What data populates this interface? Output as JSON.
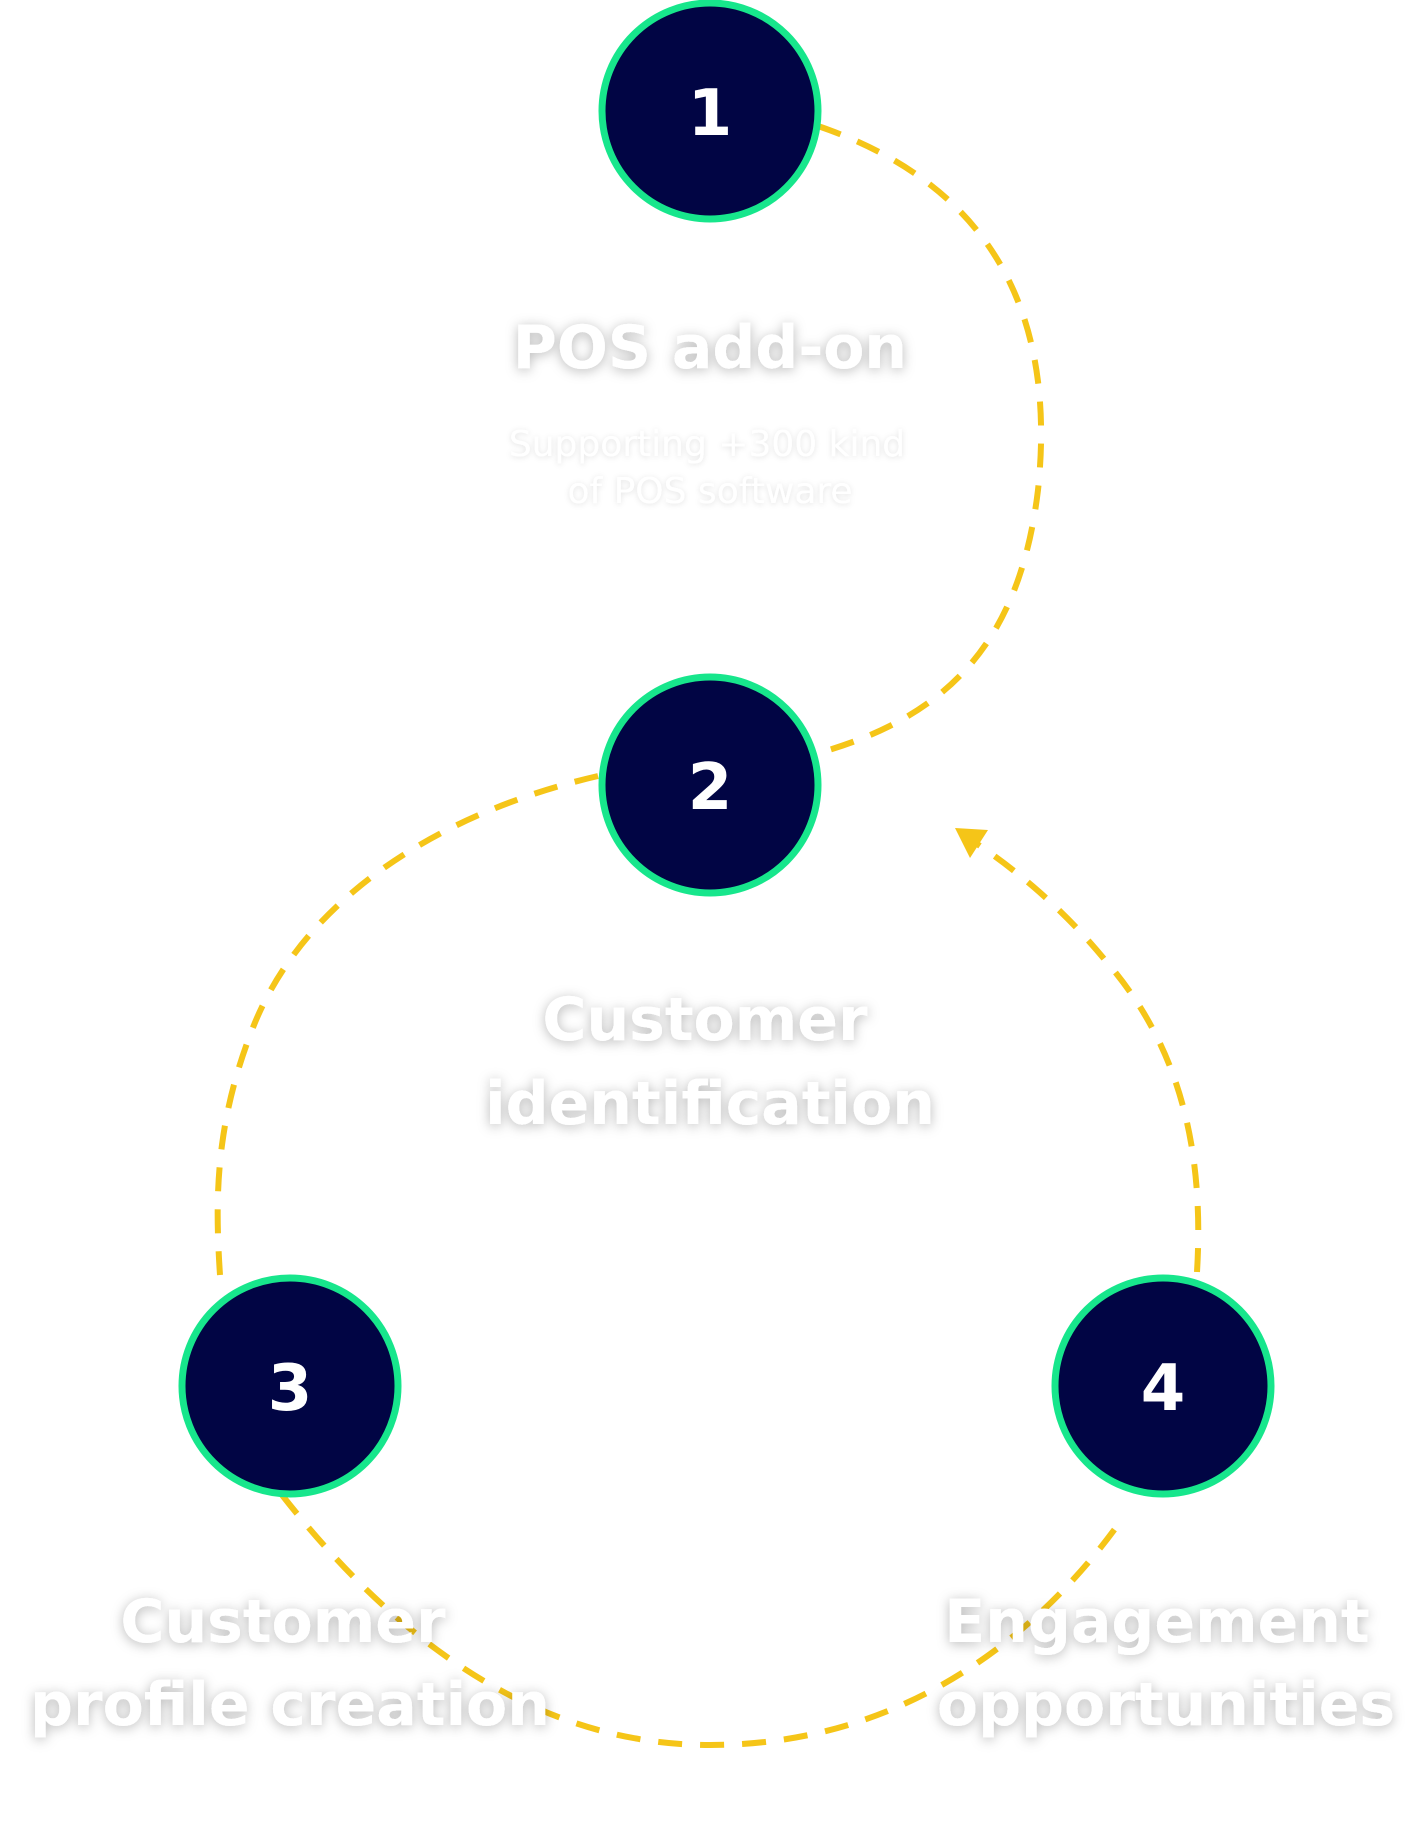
{
  "colors": {
    "circle_fill": "#010544",
    "circle_ring": "#17e68c",
    "connector": "#f5c518",
    "text": "#ffffff"
  },
  "steps": [
    {
      "number": "1",
      "title_lines": [
        "POS add-on"
      ],
      "subtitle_lines": [
        "Supporting +300 kind",
        "of POS software"
      ]
    },
    {
      "number": "2",
      "title_lines": [
        "Customer",
        "identification"
      ]
    },
    {
      "number": "3",
      "title_lines": [
        "Customer",
        "profile creation"
      ]
    },
    {
      "number": "4",
      "title_lines": [
        "Engagement",
        "opportunities"
      ]
    }
  ]
}
